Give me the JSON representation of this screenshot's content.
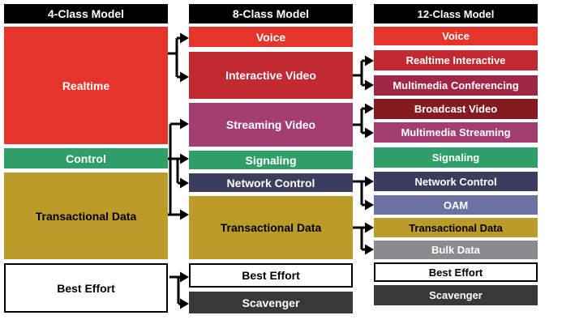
{
  "colors": {
    "background": "#FFFFFF",
    "connector": "#000000",
    "header_bg": "#000000",
    "header_fg": "#FFFFFF",
    "bright_red": "#E5342B",
    "dark_red": "#C02A30",
    "crimson_maroon": "#A02645",
    "broadcast_maroon": "#851B20",
    "plum": "#A23E72",
    "green": "#2F9E68",
    "navy": "#3B3D5C",
    "slate_blue": "#6C71A4",
    "gold": "#BB9C29",
    "gray": "#8B8B8D",
    "dark_gray": "#383838",
    "white": "#FFFFFF",
    "black": "#000000"
  },
  "columns": [
    {
      "header": "4-Class Model",
      "rows": [
        {
          "label": "Realtime",
          "bg": "#E5342B",
          "fg": "#FFFFFF"
        },
        {
          "label": "Control",
          "bg": "#2F9E68",
          "fg": "#FFFFFF"
        },
        {
          "label": "Transactional Data",
          "bg": "#BB9C29",
          "fg": "#000000"
        },
        {
          "label": "Best Effort",
          "bg": "#FFFFFF",
          "fg": "#000000"
        }
      ]
    },
    {
      "header": "8-Class Model",
      "rows": [
        {
          "label": "Voice",
          "bg": "#E5342B",
          "fg": "#FFFFFF"
        },
        {
          "label": "Interactive Video",
          "bg": "#C02A30",
          "fg": "#FFFFFF"
        },
        {
          "label": "Streaming Video",
          "bg": "#A23E72",
          "fg": "#FFFFFF"
        },
        {
          "label": "Signaling",
          "bg": "#2F9E68",
          "fg": "#FFFFFF"
        },
        {
          "label": "Network Control",
          "bg": "#3B3D5C",
          "fg": "#FFFFFF"
        },
        {
          "label": "Transactional Data",
          "bg": "#BB9C29",
          "fg": "#000000"
        },
        {
          "label": "Best Effort",
          "bg": "#FFFFFF",
          "fg": "#000000"
        },
        {
          "label": "Scavenger",
          "bg": "#383838",
          "fg": "#FFFFFF"
        }
      ]
    },
    {
      "header": "12-Class Model",
      "rows": [
        {
          "label": "Voice",
          "bg": "#E5342B",
          "fg": "#FFFFFF"
        },
        {
          "label": "Realtime Interactive",
          "bg": "#C02A30",
          "fg": "#FFFFFF"
        },
        {
          "label": "Multimedia Conferencing",
          "bg": "#A02645",
          "fg": "#FFFFFF"
        },
        {
          "label": "Broadcast Video",
          "bg": "#851B20",
          "fg": "#FFFFFF"
        },
        {
          "label": "Multimedia Streaming",
          "bg": "#A23E72",
          "fg": "#FFFFFF"
        },
        {
          "label": "Signaling",
          "bg": "#2F9E68",
          "fg": "#FFFFFF"
        },
        {
          "label": "Network Control",
          "bg": "#3B3D5C",
          "fg": "#FFFFFF"
        },
        {
          "label": "OAM",
          "bg": "#6C71A4",
          "fg": "#FFFFFF"
        },
        {
          "label": "Transactional Data",
          "bg": "#BB9C29",
          "fg": "#000000"
        },
        {
          "label": "Bulk Data",
          "bg": "#8B8B8D",
          "fg": "#FFFFFF"
        },
        {
          "label": "Best Effort",
          "bg": "#FFFFFF",
          "fg": "#000000"
        },
        {
          "label": "Scavenger",
          "bg": "#383838",
          "fg": "#FFFFFF"
        }
      ]
    }
  ],
  "mappings": [
    {
      "from_model": "4-Class",
      "from": "Realtime",
      "to": [
        "Voice",
        "Interactive Video"
      ]
    },
    {
      "from_model": "4-Class",
      "from": "Control",
      "to": [
        "Signaling",
        "Network Control"
      ]
    },
    {
      "from_model": "4-Class",
      "from": "Transactional Data",
      "to": [
        "Streaming Video",
        "Transactional Data"
      ]
    },
    {
      "from_model": "4-Class",
      "from": "Best Effort",
      "to": [
        "Best Effort",
        "Scavenger"
      ]
    },
    {
      "from_model": "8-Class",
      "from": "Interactive Video",
      "to": [
        "Realtime Interactive",
        "Multimedia Conferencing"
      ]
    },
    {
      "from_model": "8-Class",
      "from": "Streaming Video",
      "to": [
        "Broadcast Video",
        "Multimedia Streaming"
      ]
    },
    {
      "from_model": "8-Class",
      "from": "Network Control",
      "to": [
        "Network Control",
        "OAM"
      ]
    },
    {
      "from_model": "8-Class",
      "from": "Transactional Data",
      "to": [
        "Transactional Data",
        "Bulk Data"
      ]
    }
  ]
}
